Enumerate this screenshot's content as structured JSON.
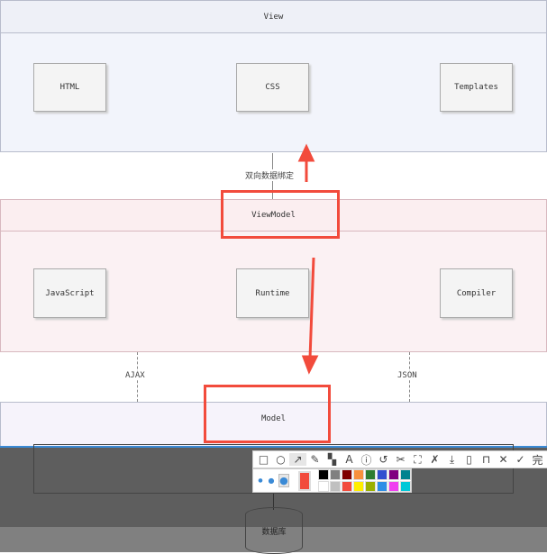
{
  "view": {
    "title": "View",
    "boxes": [
      "HTML",
      "CSS",
      "Templates"
    ]
  },
  "binding_label": "双向数据绑定",
  "viewmodel": {
    "title": "ViewModel",
    "boxes": [
      "JavaScript",
      "Runtime",
      "Compiler"
    ]
  },
  "ajax_label": "AJAX",
  "json_label": "JSON",
  "model": {
    "title": "Model"
  },
  "database_label": "数据库",
  "annotation_color": "#f24b3c",
  "toolbar": {
    "tools": [
      "rectangle-icon",
      "ellipse-icon",
      "arrow-icon",
      "pencil-icon",
      "mosaic-icon",
      "text-icon",
      "number-icon",
      "undo-icon",
      "cut-icon",
      "scan-icon",
      "pin-icon",
      "download-icon",
      "phone-icon",
      "bookmark-icon",
      "close-icon",
      "check-icon"
    ],
    "finish_label": "完"
  },
  "palette": [
    "#000000",
    "#808080",
    "#800000",
    "#f7913d",
    "#2e7d32",
    "#3050d0",
    "#800080",
    "#00838f",
    "#ffffff",
    "#c0c0c0",
    "#f24b3c",
    "#ffee00",
    "#9ab000",
    "#2d8ee6",
    "#f040f0",
    "#00c8d8"
  ]
}
